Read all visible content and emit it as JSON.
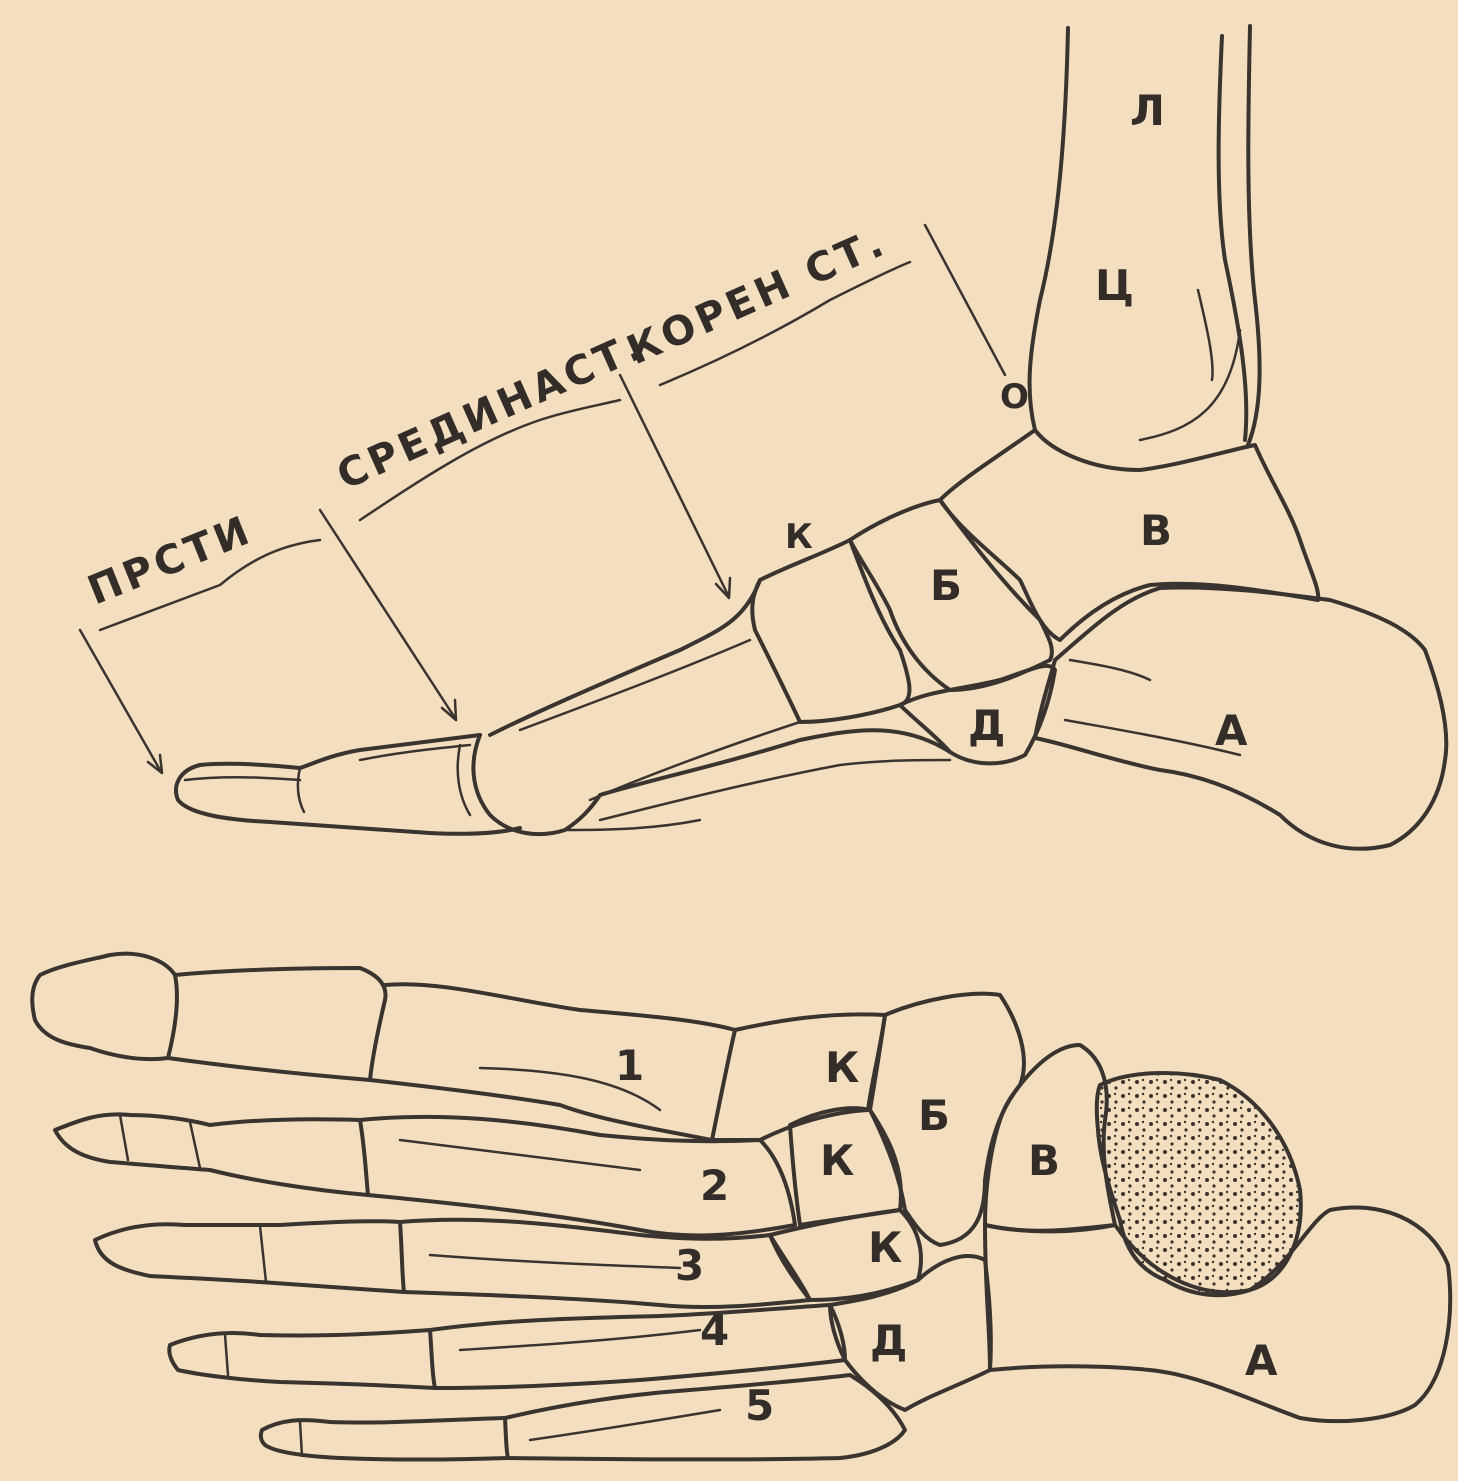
{
  "regions": {
    "toes": "ПРСТИ",
    "metatarsus": "СРЕДИНАСТ.",
    "tarsus": "КОРЕН СТ."
  },
  "side_view_labels": {
    "tibia": "Л",
    "fibula": "Ц",
    "ankle_marker": "О",
    "talus": "В",
    "navicular": "Б",
    "cuneiform": "К",
    "cuboid": "Д",
    "calcaneus": "А"
  },
  "top_view_labels": {
    "cuneiform_1": "К",
    "cuneiform_2": "К",
    "cuneiform_3": "К",
    "navicular": "Б",
    "talus": "В",
    "cuboid": "Д",
    "calcaneus": "А",
    "metatarsal_1": "1",
    "metatarsal_2": "2",
    "metatarsal_3": "3",
    "metatarsal_4": "4",
    "metatarsal_5": "5"
  },
  "colors": {
    "paper": "#f3dfbf",
    "ink": "#3a3430"
  }
}
